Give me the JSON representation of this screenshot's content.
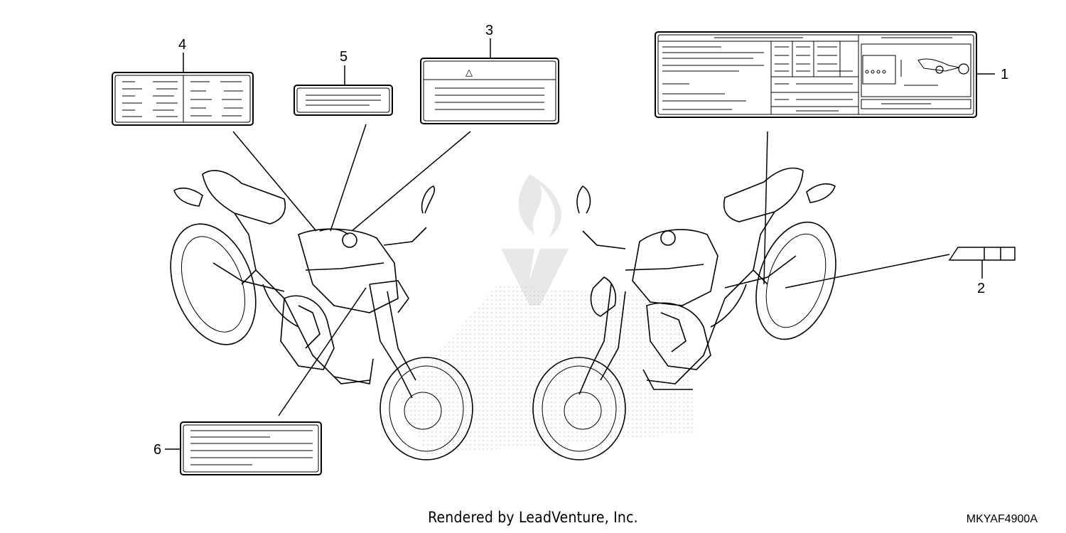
{
  "callouts": [
    {
      "id": "1",
      "text": "1"
    },
    {
      "id": "2",
      "text": "2"
    },
    {
      "id": "3",
      "text": "3"
    },
    {
      "id": "4",
      "text": "4"
    },
    {
      "id": "5",
      "text": "5"
    },
    {
      "id": "6",
      "text": "6"
    }
  ],
  "label3": {
    "symbol": "△"
  },
  "footer": {
    "credit": "Rendered by LeadVenture, Inc.",
    "code": "MKYAF4900A"
  },
  "colors": {
    "line": "#000000",
    "watermark": "#d9d9d9",
    "background": "#ffffff"
  }
}
